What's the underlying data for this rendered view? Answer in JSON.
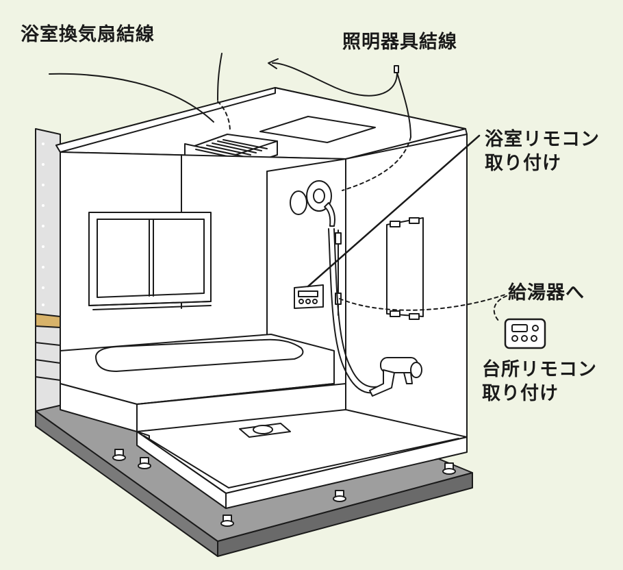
{
  "labels": {
    "fan_wiring": "浴室換気扇結線",
    "light_wiring": "照明器具結線",
    "bath_remote": [
      "浴室リモコン",
      "取り付け"
    ],
    "to_water_heater": "給湯器へ",
    "kitchen_remote": [
      "台所リモコン",
      "取り付け"
    ]
  },
  "colors": {
    "background": "#f0f4e4",
    "line": "#1a1a1a",
    "fill": "#ffffff",
    "base_gray": "#9e9e9e",
    "base_dark": "#7a7a7a",
    "wall_side": "#e2e2e2",
    "wood": "#d8b36a"
  }
}
